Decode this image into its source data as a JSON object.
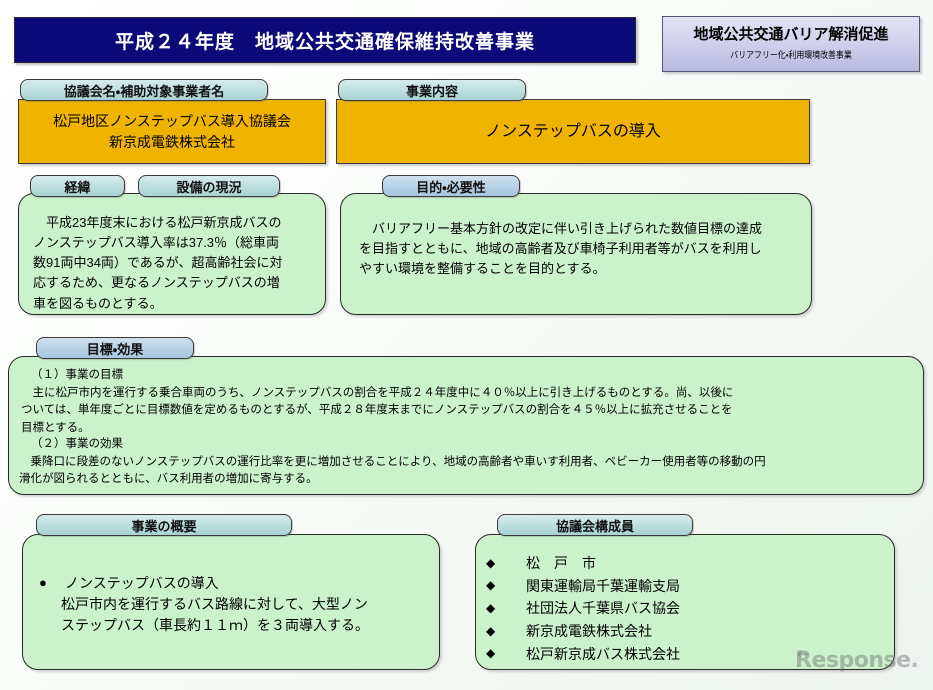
{
  "header": {
    "title": "平成２４年度　地域公共交通確保維持改善事業",
    "badge_main": "地域公共交通バリア解消促進",
    "badge_sub": "バリアフリー化・利用環境改善事業"
  },
  "sections": {
    "council_name": {
      "tab_label": "協議会名・補助対象事業者名",
      "line1": "松戸地区ノンステップバス導入協議会",
      "line2": "新京成電鉄株式会社"
    },
    "project_content": {
      "tab_label": "事業内容",
      "text": "ノンステップバスの導入"
    },
    "background": {
      "tab_label_1": "経緯",
      "tab_label_2": "設備の現況",
      "text": "　平成23年度末における松戸新京成バスの\nノンステップバス導入率は37.3％（総車両\n数91両中34両）であるが、超高齢社会に対\n応するため、更なるノンステップバスの増\n車を図るものとする。"
    },
    "purpose": {
      "tab_label": "目的・必要性",
      "text": "　バリアフリー基本方針の改定に伴い引き上げられた数値目標の達成\nを目指すとともに、地域の高齢者及び車椅子利用者等がバスを利用し\nやすい環境を整備することを目的とする。"
    },
    "goals_effects": {
      "tab_label": "目標・効果",
      "goal_heading": "（１）事業の目標",
      "goal_text": "　主に松戸市内を運行する乗合車両のうち、ノンステップバスの割合を平成２４年度中に４０％以上に引き上げるものとする。尚、以後に\nついては、単年度ごとに目標数値を定めるものとするが、平成２８年度末までにノンステップバスの割合を４５％以上に拡充させることを\n目標とする。",
      "effect_heading": "（２）事業の効果",
      "effect_text": "　乗降口に段差のないノンステップバスの運行比率を更に増加させることにより、地域の高齢者や車いす利用者、ベビーカー使用者等の移動の円\n滑化が図られるとともに、バス利用者の増加に寄与する。"
    },
    "project_overview": {
      "tab_label": "事業の概要",
      "bullet_mark": "●",
      "bullet_title": "ノンステップバスの導入",
      "bullet_body": "松戸市内を運行するバス路線に対して、大型ノン\nステップバス（車長約１１ｍ）を３両導入する。"
    },
    "council_members": {
      "tab_label": "協議会構成員",
      "bullet_mark": "◆",
      "members": [
        "松　戸　市",
        "関東運輸局千葉運輸支局",
        "社団法人千葉県バス協会",
        "新京成電鉄株式会社",
        "松戸新京成バス株式会社"
      ]
    }
  },
  "watermark": {
    "arrow": "←",
    "text": "Response."
  },
  "colors": {
    "title_bar": "#0a0a78",
    "orange_panel": "#f0b400",
    "green_panel": "#ccf2cc",
    "tab_teal": "#bcdedd",
    "tab_blue": "#b7d1e6",
    "badge_lavender": "#d4d4ee"
  }
}
